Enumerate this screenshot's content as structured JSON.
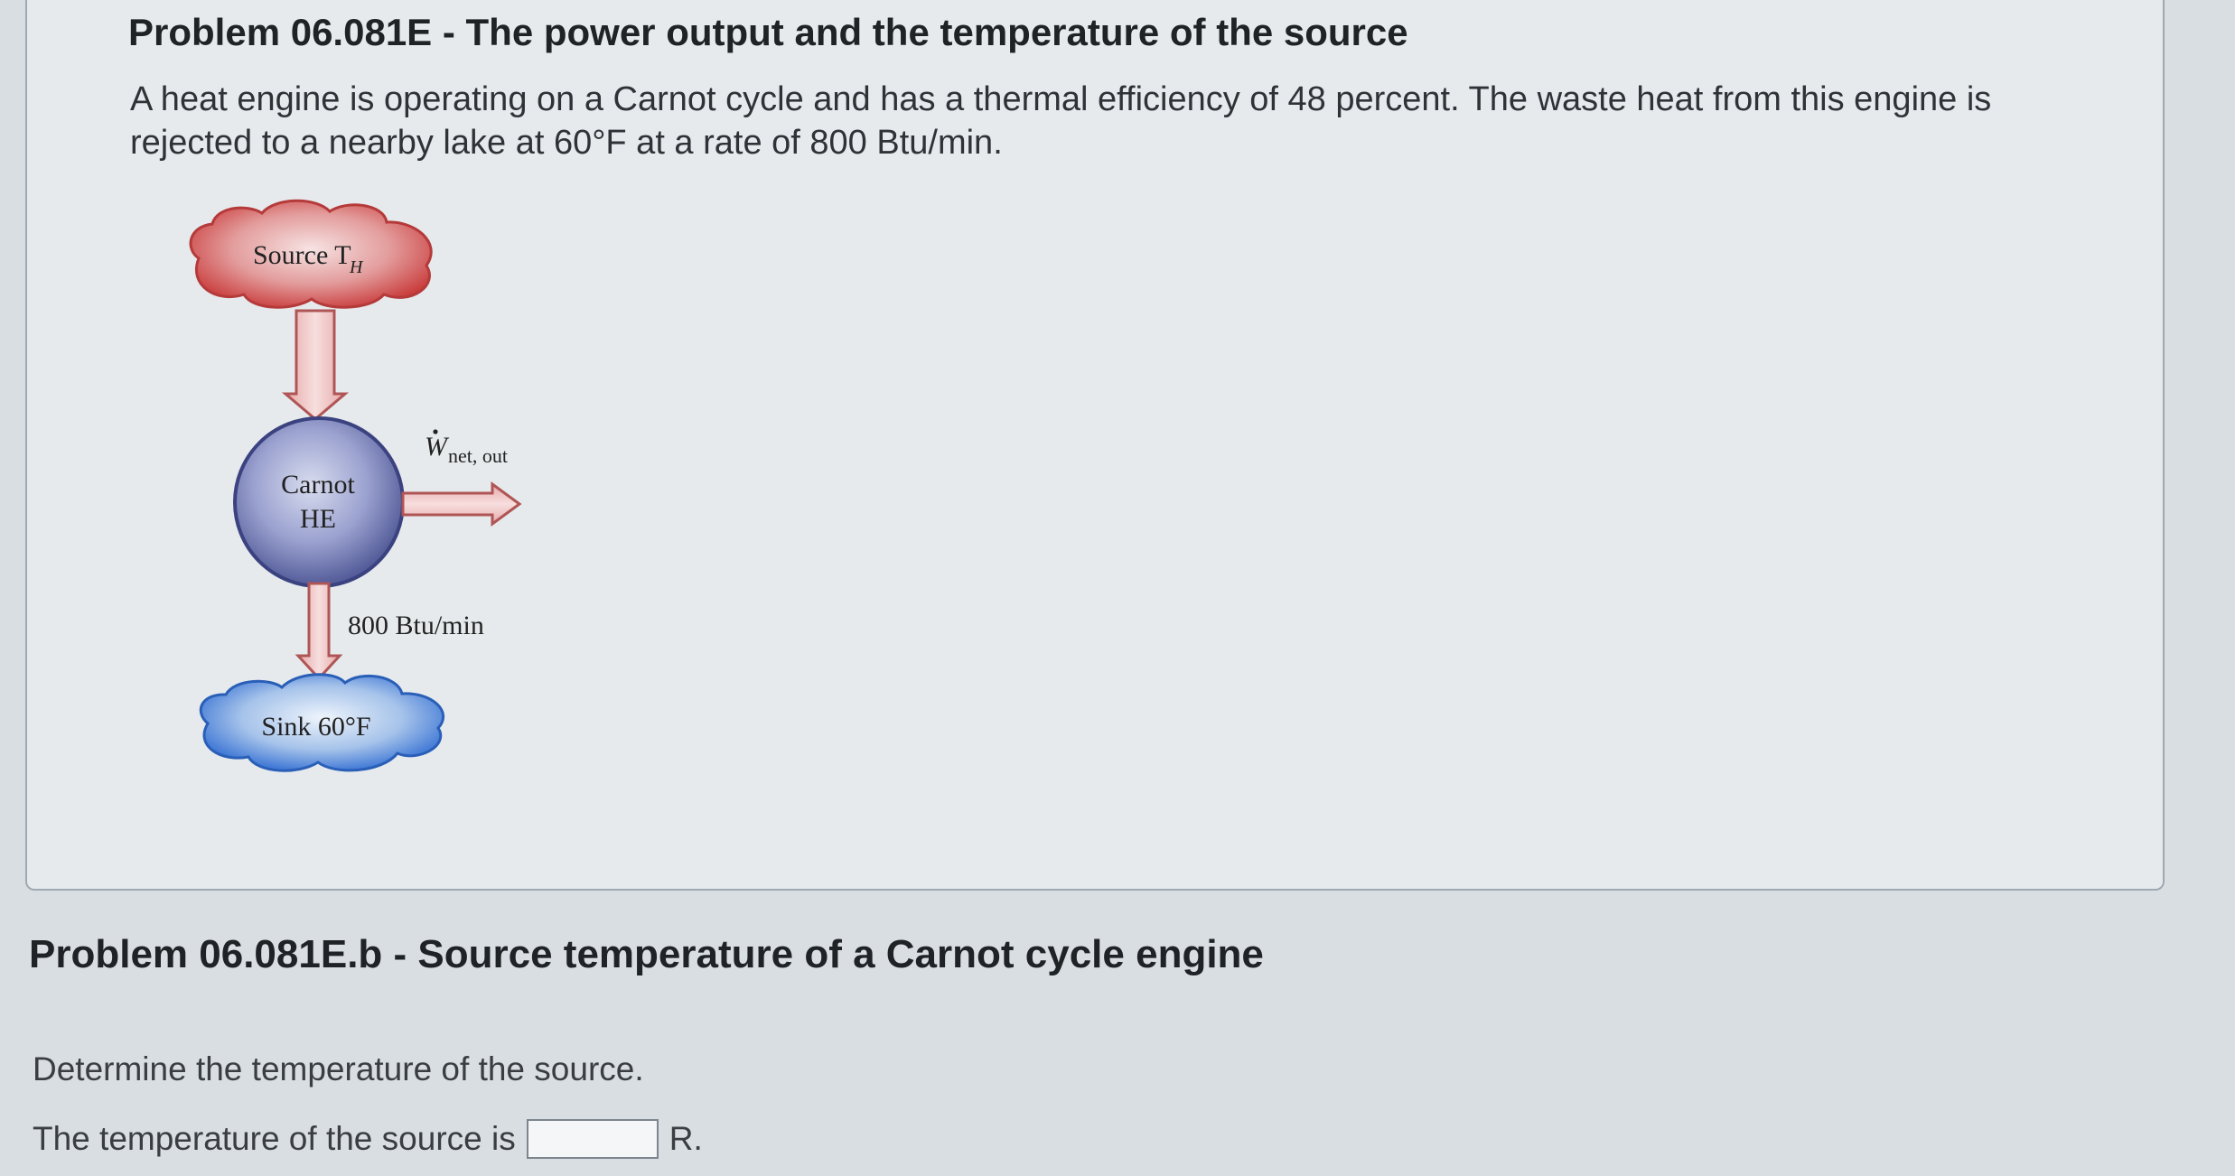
{
  "problem": {
    "title": "Problem 06.081E - The power output and the temperature of the source",
    "description": "A heat engine is operating on a Carnot cycle and has a thermal efficiency of 48 percent. The waste heat from this engine is rejected to a nearby lake at 60°F at a rate of 800 Btu/min."
  },
  "diagram": {
    "source_label": "Source T",
    "source_subscript": "H",
    "engine_line1": "Carnot",
    "engine_line2": "HE",
    "work_symbol": "W",
    "work_subscript": "net, out",
    "heat_rate_label": "800 Btu/min",
    "sink_label": "Sink 60°F"
  },
  "part_b": {
    "title": "Problem 06.081E.b - Source temperature of a Carnot cycle engine",
    "question": "Determine the temperature of the source.",
    "answer_prefix": "The temperature of the source is",
    "answer_value": "",
    "answer_unit": "R."
  }
}
